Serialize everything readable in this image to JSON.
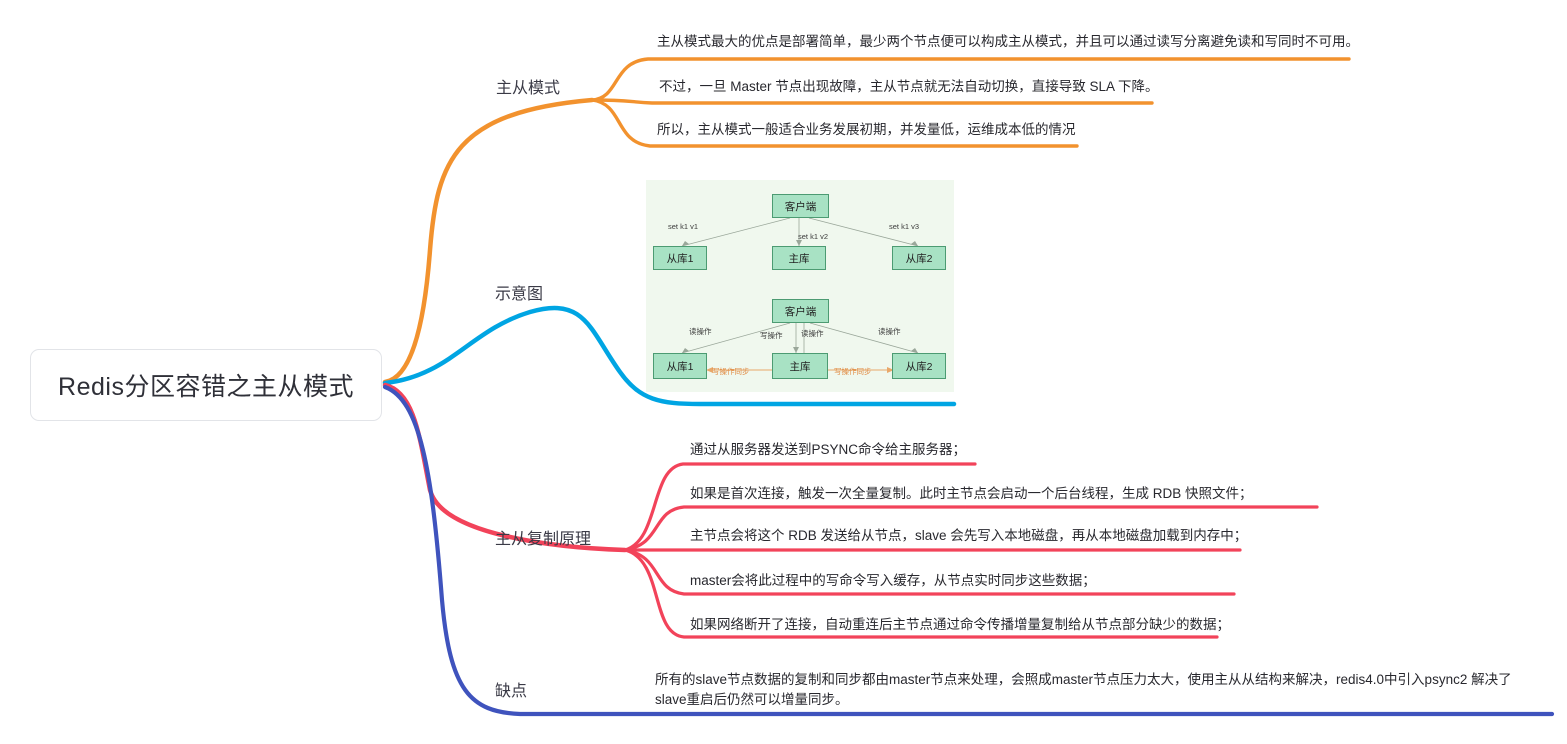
{
  "root": {
    "label": "Redis分区容错之主从模式"
  },
  "colors": {
    "branch_master_slave": "#f2922e",
    "branch_diagram": "#00a5e3",
    "branch_replication": "#f2435a",
    "branch_shortcoming": "#3f53bd",
    "root_text": "#2f3038",
    "diagram_bg": "#f0f8ee",
    "diagram_box_fill": "#a8e2c4",
    "diagram_box_border": "#4c9b72"
  },
  "branches": [
    {
      "id": "master-slave-mode",
      "label": "主从模式",
      "color": "#f2922e",
      "items": [
        "主从模式最大的优点是部署简单，最少两个节点便可以构成主从模式，并且可以通过读写分离避免读和写同时不可用。",
        "不过，一旦 Master 节点出现故障，主从节点就无法自动切换，直接导致 SLA 下降。",
        "所以，主从模式一般适合业务发展初期，并发量低，运维成本低的情况"
      ]
    },
    {
      "id": "schematic",
      "label": "示意图",
      "color": "#00a5e3",
      "items": []
    },
    {
      "id": "replication-principle",
      "label": "主从复制原理",
      "color": "#f2435a",
      "items": [
        "通过从服务器发送到PSYNC命令给主服务器；",
        "如果是首次连接，触发一次全量复制。此时主节点会启动一个后台线程，生成 RDB 快照文件；",
        "主节点会将这个 RDB 发送给从节点，slave 会先写入本地磁盘，再从本地磁盘加载到内存中；",
        "master会将此过程中的写命令写入缓存，从节点实时同步这些数据；",
        "如果网络断开了连接，自动重连后主节点通过命令传播增量复制给从节点部分缺少的数据；"
      ]
    },
    {
      "id": "shortcoming",
      "label": "缺点",
      "color": "#3f53bd",
      "items": [
        "所有的slave节点数据的复制和同步都由master节点来处理，会照成master节点压力太大，使用主从从结构来解决，redis4.0中引入psync2 解决了slave重启后仍然可以增量同步。"
      ]
    }
  ],
  "diagram": {
    "top": {
      "client": "客户端",
      "master": "主库",
      "slave1": "从库1",
      "slave2": "从库2",
      "edge_left": "set k1 v1",
      "edge_mid": "set k1 v2",
      "edge_right": "set k1 v3"
    },
    "bottom": {
      "client": "客户端",
      "master": "主库",
      "slave1": "从库1",
      "slave2": "从库2",
      "edge_read_left": "读操作",
      "edge_write": "写操作",
      "edge_read_mid": "读操作",
      "edge_read_right": "读操作",
      "sync_left": "写操作同步",
      "sync_right": "写操作同步"
    }
  }
}
